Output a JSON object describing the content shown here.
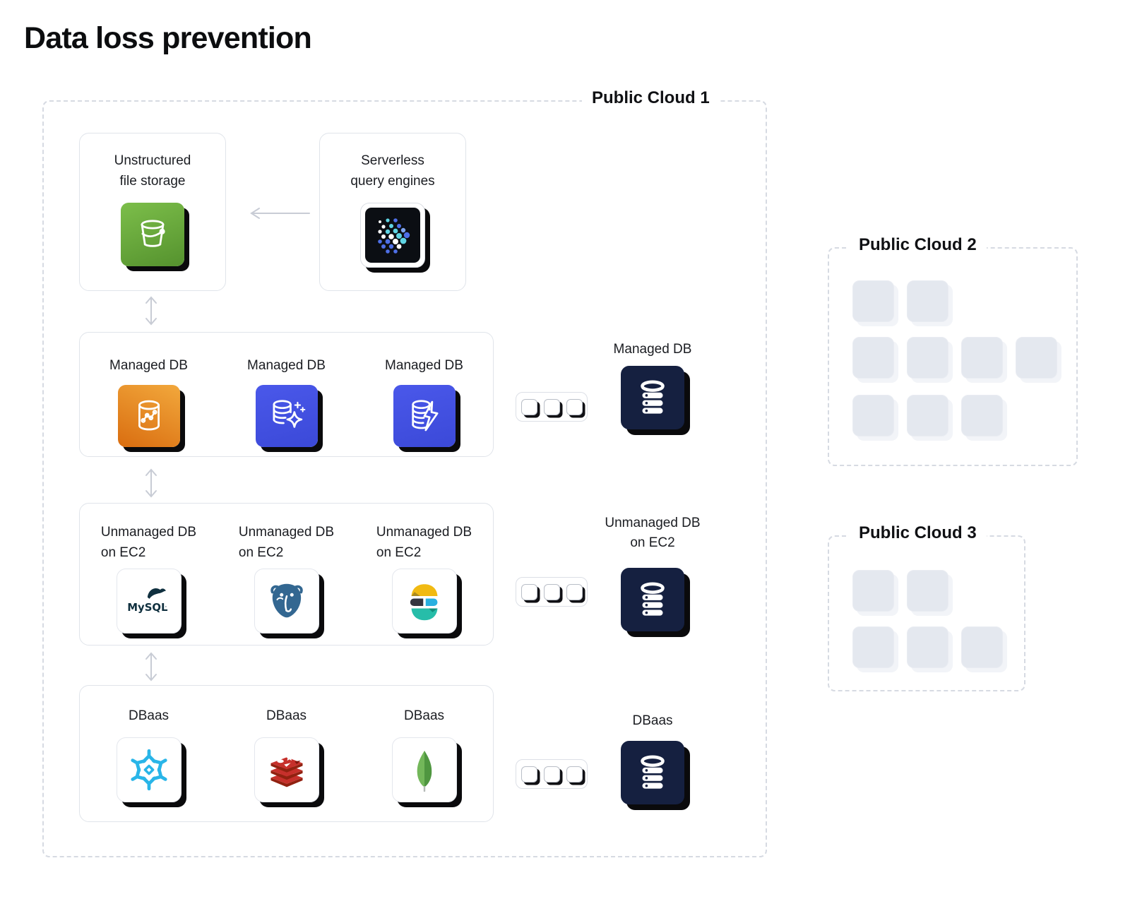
{
  "title": "Data loss prevention",
  "colors": {
    "s3_green_top": "#7cbe4a",
    "s3_green_bottom": "#55922e",
    "query_tile_black": "#0b0e13",
    "managed_orange": "#d96d10",
    "managed_indigo": "#4452e4",
    "summary_navy": "#152040",
    "snowflake_blue": "#29b5e8",
    "redis_red": "#c6302b",
    "mongodb_green": "#73b75a",
    "postgres_blue": "#336791",
    "mysql_navy": "#10303f",
    "elastic_yellow": "#f1ba12",
    "elastic_black": "#33353f",
    "elastic_blue": "#29b0e0",
    "elastic_teal": "#27bda9",
    "arrow_grey": "#c8ccd5",
    "placeholder_grey": "#e4e8ef",
    "shadow_black": "#0a0a0c"
  },
  "cloud1": {
    "label": "Public Cloud 1",
    "storage_card": {
      "line1": "Unstructured",
      "line2": "file storage",
      "icon": "s3-bucket"
    },
    "query_card": {
      "line1": "Serverless",
      "line2": "query engines",
      "icon": "query-engine-dots"
    },
    "managed_row": {
      "items": [
        {
          "label": "Managed DB",
          "icon": "db-cylinder-chart"
        },
        {
          "label": "Managed DB",
          "icon": "db-stack-sparkle"
        },
        {
          "label": "Managed DB",
          "icon": "db-stack-bolt"
        }
      ],
      "summary": {
        "label": "Managed DB",
        "icon": "database-server"
      }
    },
    "unmanaged_row": {
      "items": [
        {
          "line1": "Unmanaged DB",
          "line2": "on EC2",
          "icon": "mysql-logo"
        },
        {
          "line1": "Unmanaged DB",
          "line2": "on EC2",
          "icon": "postgresql-logo"
        },
        {
          "line1": "Unmanaged DB",
          "line2": "on EC2",
          "icon": "elasticsearch-logo"
        }
      ],
      "summary": {
        "line1": "Unmanaged DB",
        "line2": "on EC2",
        "icon": "database-server"
      }
    },
    "dbaas_row": {
      "items": [
        {
          "label": "DBaas",
          "icon": "snowflake-logo"
        },
        {
          "label": "DBaas",
          "icon": "redis-logo"
        },
        {
          "label": "DBaas",
          "icon": "mongodb-logo"
        }
      ],
      "summary": {
        "label": "DBaas",
        "icon": "database-server"
      }
    }
  },
  "cloud2": {
    "label": "Public Cloud 2",
    "grid_rows": [
      2,
      4,
      3
    ]
  },
  "cloud3": {
    "label": "Public Cloud 3",
    "grid_rows": [
      2,
      3
    ]
  }
}
